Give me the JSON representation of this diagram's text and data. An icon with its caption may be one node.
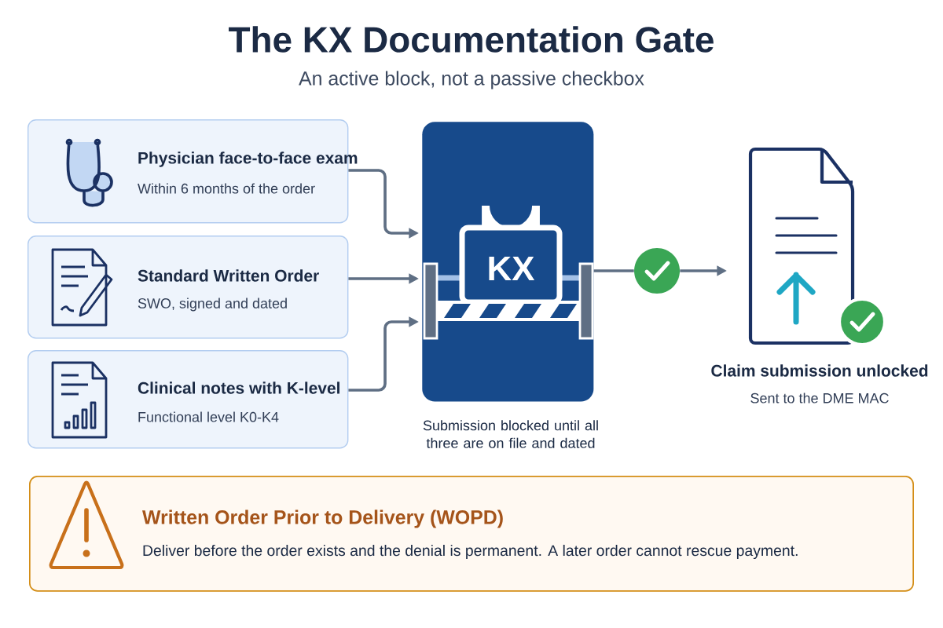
{
  "diagram": {
    "title": "The KX Documentation Gate",
    "nodes": [
      {
        "text": [
          "Physician face-to-face exam",
          "Within 6 months of the order"
        ]
      },
      {
        "text": [
          "Standard Written Order",
          "SWO, signed and dated"
        ]
      },
      {
        "text": [
          "Clinical notes with K-level",
          "Functional level K0-K4"
        ]
      },
      {
        "text": [
          "KX"
        ],
        "beside": [
          "Submission blocked until all three are on file and dated"
        ]
      },
      {
        "text": [],
        "shape": "circle"
      },
      {
        "text": [
          "Claim submission unlocked",
          "Sent to the DME MAC"
        ]
      },
      {
        "text": [
          "Written Order Prior to Delivery (WOPD)",
          "Deliver before the order exists and the denial is permanent.  A later order cannot rescue payment."
        ]
      }
    ],
    "edges": [
      {
        "from": 0,
        "to": 3,
        "arrow": "to"
      },
      {
        "from": 1,
        "to": 3,
        "arrow": "to"
      },
      {
        "from": 2,
        "to": 3,
        "arrow": "to"
      },
      {
        "from": 3,
        "to": 4,
        "arrow": "none"
      },
      {
        "from": 4,
        "to": 5,
        "arrow": "to"
      }
    ],
    "labels": [
      "An active block, not a passive checkbox"
    ]
  }
}
